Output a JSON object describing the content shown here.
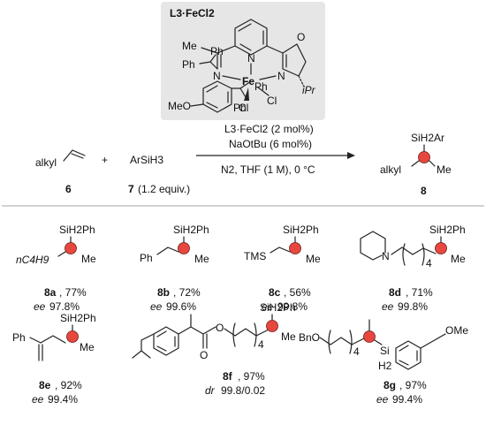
{
  "catalyst_box": {
    "title": "L3·FeCl2",
    "fill": "#e6e6e6",
    "atoms": {
      "me": "Me",
      "ph_a": "Ph",
      "ph_b": "Ph",
      "ph_c": "Ph",
      "ph_d": "Ph",
      "n1": "N",
      "n2": "N",
      "n3": "N",
      "o": "O",
      "fe": "Fe",
      "cl1": "Cl",
      "cl2": "Cl",
      "ipr": "iPr",
      "meo": "MeO"
    }
  },
  "reaction": {
    "reactant1_label": "alkyl",
    "reactant1_number": "6",
    "plus": "+",
    "reactant2_formula": "ArSiH3",
    "reactant2_number": "7",
    "reactant2_equiv": "(1.2 equiv.)",
    "condition_catalyst": "L3·FeCl2 (2 mol%)",
    "condition_base": "NaOtBu (6 mol%)",
    "condition_solvent": "N2, THF (1 M), 0 °C",
    "product_group": "SiH2Ar",
    "product_alkyl": "alkyl",
    "product_me": "Me",
    "product_number": "8"
  },
  "products": [
    {
      "id": "8a",
      "yield": "77%",
      "metric": "ee",
      "value": "97.8%",
      "substituent": "nC4H9",
      "si_group": "SiH2Ph",
      "me": "Me"
    },
    {
      "id": "8b",
      "yield": "72%",
      "metric": "ee",
      "value": "99.6%",
      "substituent": "Ph",
      "si_group": "SiH2Ph",
      "me": "Me"
    },
    {
      "id": "8c",
      "yield": "56%",
      "metric": "ee",
      "value": "99.8%",
      "substituent": "TMS",
      "si_group": "SiH2Ph",
      "me": "Me"
    },
    {
      "id": "8d",
      "yield": "71%",
      "metric": "ee",
      "value": "99.8%",
      "substituent": "N",
      "repeat": "4",
      "si_group": "SiH2Ph",
      "me": "Me"
    },
    {
      "id": "8e",
      "yield": "92%",
      "metric": "ee",
      "value": "99.4%",
      "substituent": "Ph",
      "si_group": "SiH2Ph",
      "me": "Me"
    },
    {
      "id": "8f",
      "yield": "97%",
      "metric": "dr",
      "value": "99.8/0.02",
      "substituent": "O",
      "repeat": "4",
      "si_group": "SiH2Ph",
      "me": "Me"
    },
    {
      "id": "8g",
      "yield": "97%",
      "metric": "ee",
      "value": "99.4%",
      "substituent": "BnO",
      "repeat": "4",
      "si_group": "Si",
      "si_h": "H2",
      "ome": "OMe"
    }
  ],
  "colors": {
    "ball": "#e8473f",
    "box": "#e6e6e6"
  }
}
